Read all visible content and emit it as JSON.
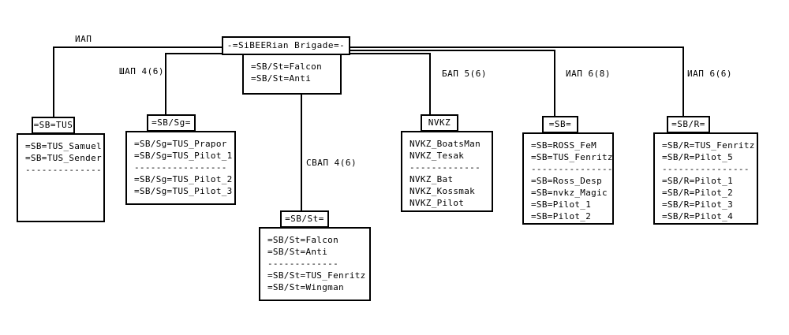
{
  "diagram": {
    "title": "-=SiBEERian Brigade=-",
    "root": {
      "name": "root-node",
      "header": "-=SiBEERian Brigade=-",
      "members": [
        "=SB/St=Falcon",
        "=SB/St=Anti"
      ]
    },
    "edge_labels": [
      {
        "id": "edge-label-iap-left",
        "text": "ИАП"
      },
      {
        "id": "edge-label-shap",
        "text": "ШАП 4(6)"
      },
      {
        "id": "edge-label-svap",
        "text": "СВАП 4(6)"
      },
      {
        "id": "edge-label-bap",
        "text": "БАП 5(6)"
      },
      {
        "id": "edge-label-iap-6-8",
        "text": "ИАП 6(8)"
      },
      {
        "id": "edge-label-iap-6-6",
        "text": "ИАП 6(6)"
      }
    ],
    "nodes": [
      {
        "id": "node-sb-tus",
        "header": "=SB=TUS",
        "members": [
          "=SB=TUS_Samuel",
          "=SB=TUS_Sender"
        ],
        "separator": "--------------",
        "reserves": []
      },
      {
        "id": "node-sb-sg",
        "header": "=SB/Sg=",
        "members": [
          "=SB/Sg=TUS_Prapor",
          "=SB/Sg=TUS_Pilot_1"
        ],
        "separator": "-----------------",
        "reserves": [
          "=SB/Sg=TUS_Pilot_2",
          "=SB/Sg=TUS_Pilot_3"
        ]
      },
      {
        "id": "node-sb-st",
        "header": "=SB/St=",
        "members": [
          "=SB/St=Falcon",
          "=SB/St=Anti"
        ],
        "separator": "-------------",
        "reserves": [
          "=SB/St=TUS_Fenritz",
          "=SB/St=Wingman"
        ]
      },
      {
        "id": "node-nvkz",
        "header": "NVKZ",
        "members": [
          "NVKZ_BoatsMan",
          "NVKZ_Tesak"
        ],
        "separator": "-------------",
        "reserves": [
          "NVKZ_Bat",
          "NVKZ_Kossmak",
          "NVKZ_Pilot"
        ]
      },
      {
        "id": "node-sb",
        "header": "=SB=",
        "members": [
          "=SB=ROSS_FeM",
          "=SB=TUS_Fenritz"
        ],
        "separator": "---------------",
        "reserves": [
          "=SB=Ross_Desp",
          "=SB=nvkz_Magic",
          "=SB=Pilot_1",
          "=SB=Pilot_2"
        ]
      },
      {
        "id": "node-sb-r",
        "header": "=SB/R=",
        "members": [
          "=SB/R=TUS_Fenritz",
          "=SB/R=Pilot_5"
        ],
        "separator": "----------------",
        "reserves": [
          "=SB/R=Pilot_1",
          "=SB/R=Pilot_2",
          "=SB/R=Pilot_3",
          "=SB/R=Pilot_4"
        ]
      }
    ],
    "colors": {
      "line": "#000000",
      "text": "#000000",
      "background": "#ffffff"
    }
  }
}
